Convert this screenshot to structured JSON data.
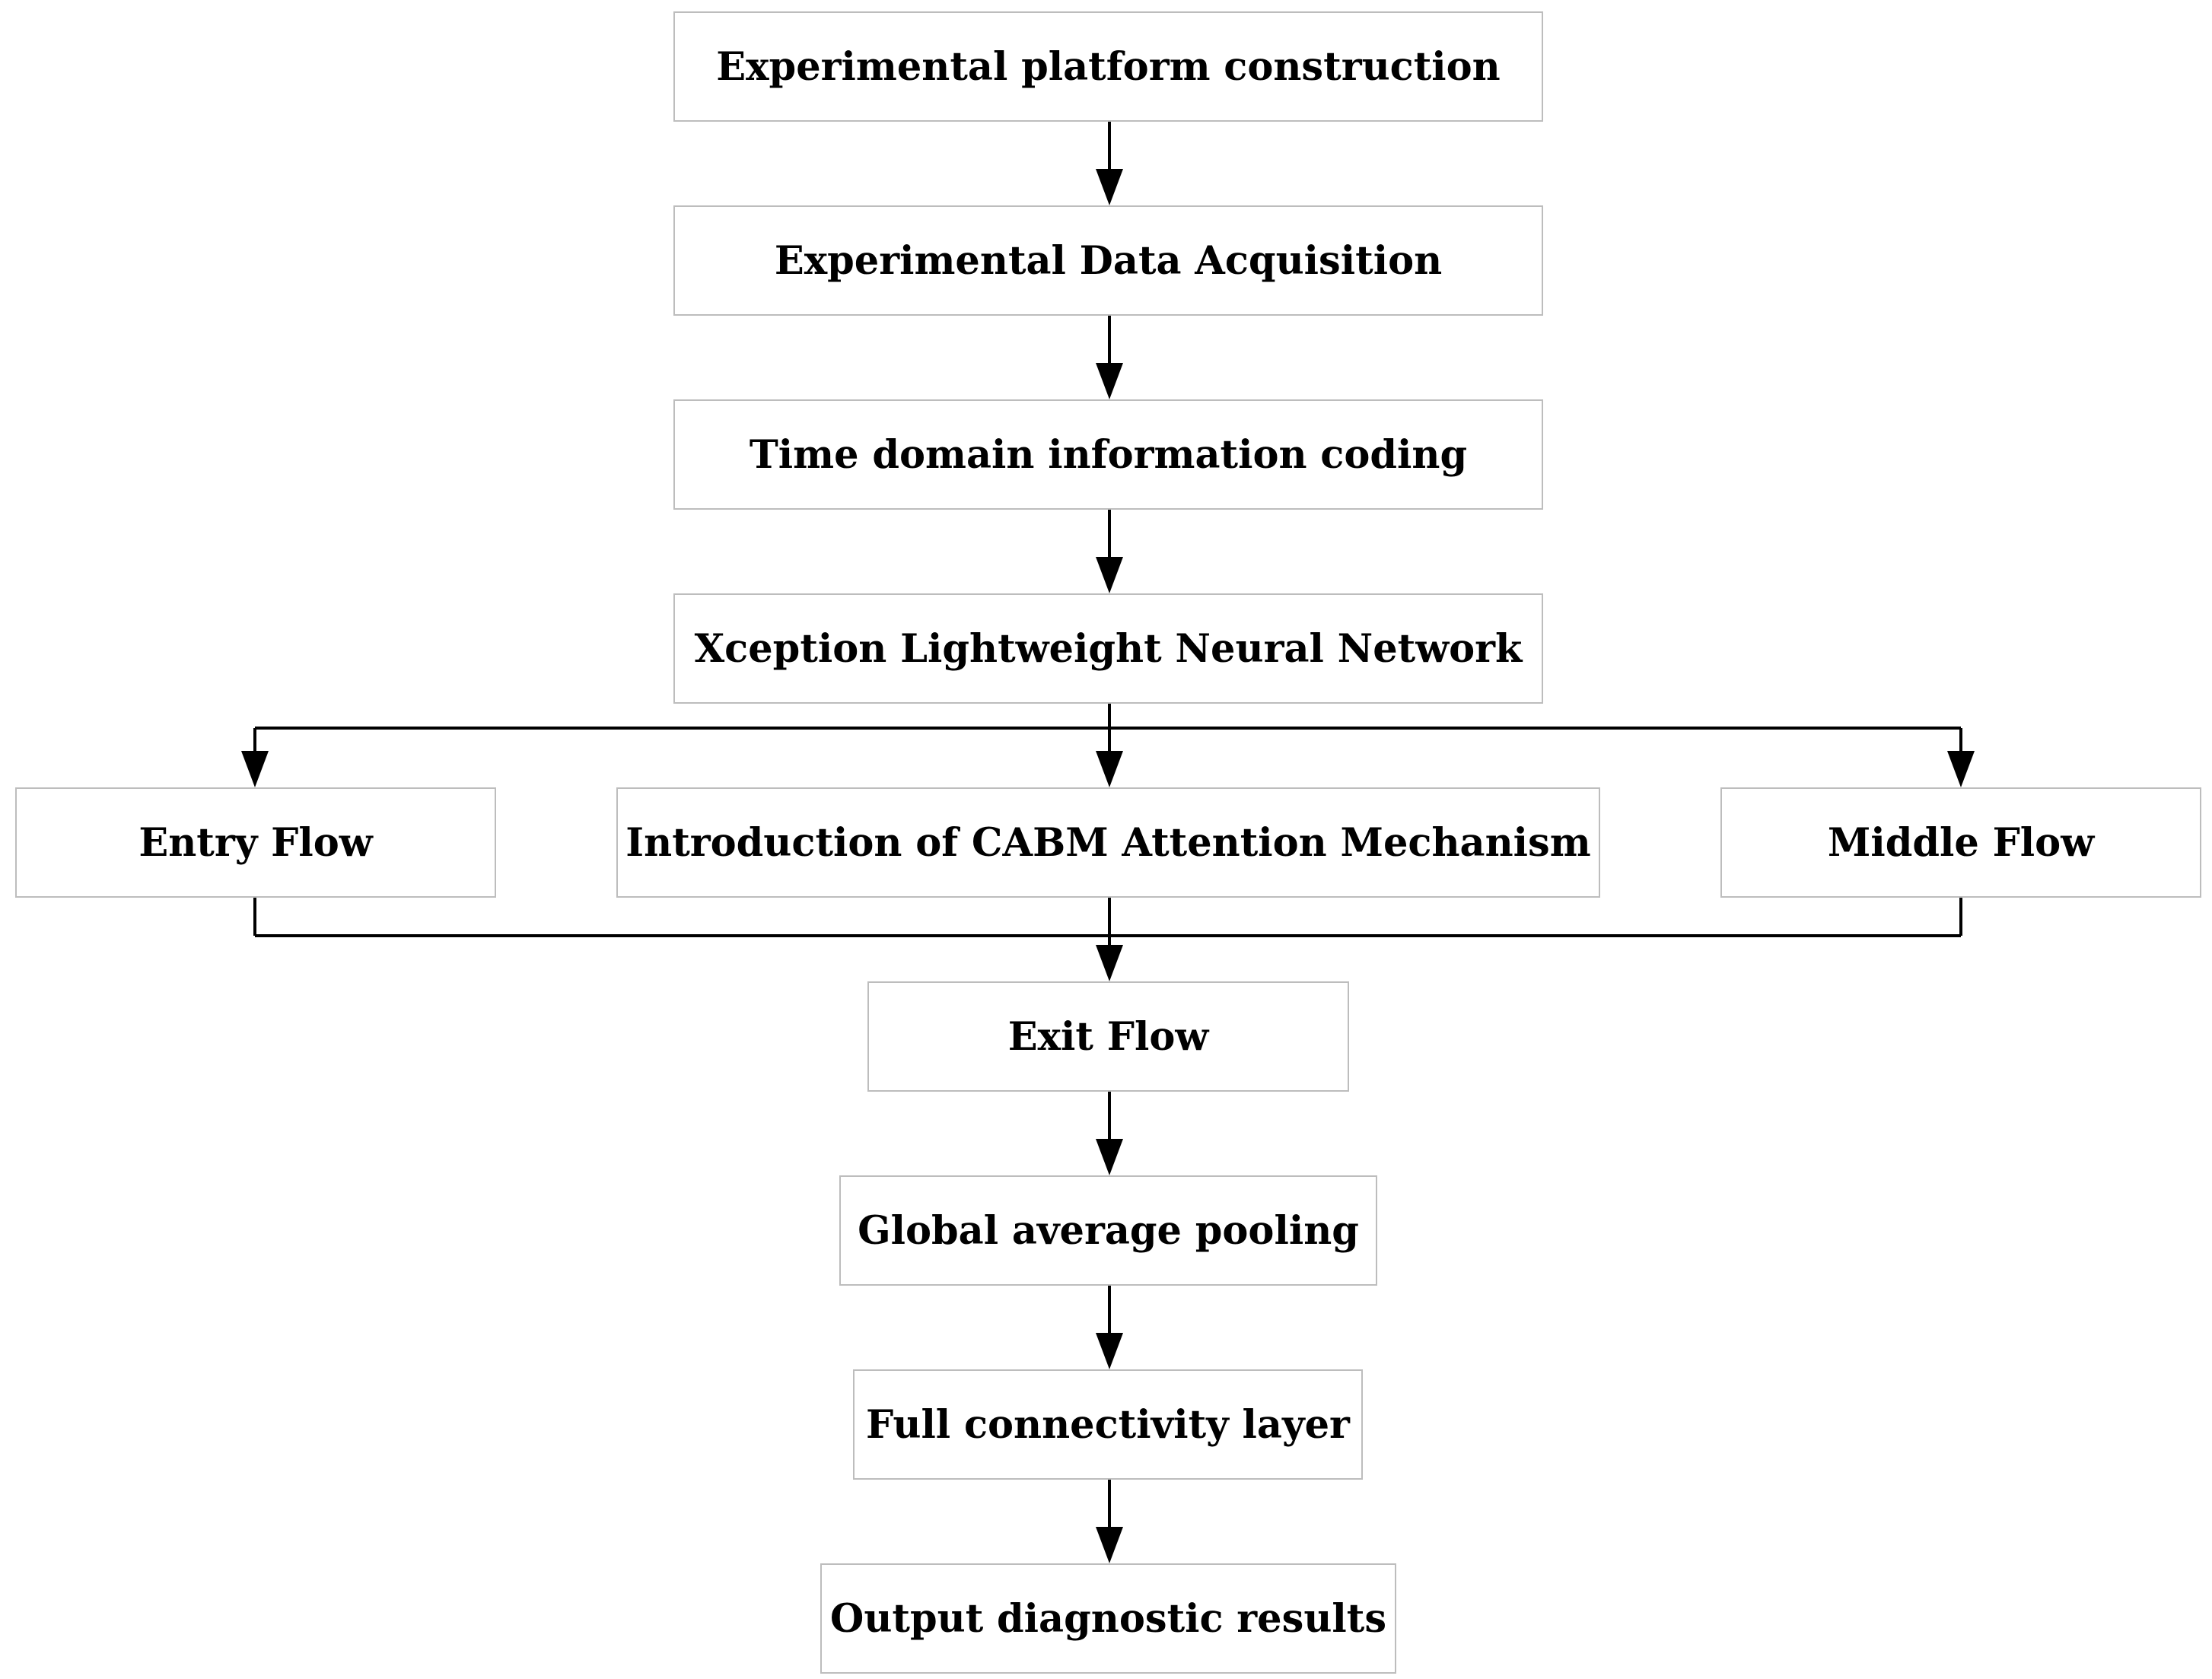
{
  "nodes": {
    "platform": "Experimental platform construction",
    "acquisition": "Experimental Data Acquisition",
    "coding": "Time domain information coding",
    "xception": "Xception Lightweight Neural Network",
    "entry": "Entry Flow",
    "cabm": "Introduction of CABM Attention Mechanism",
    "middle": "Middle Flow",
    "exit": "Exit Flow",
    "pooling": "Global average pooling",
    "fc": "Full connectivity layer",
    "output": "Output diagnostic results"
  }
}
